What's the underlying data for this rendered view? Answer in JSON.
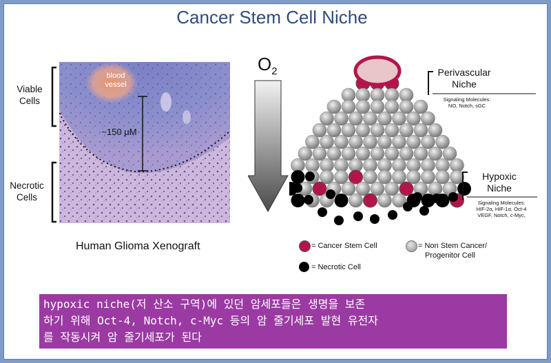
{
  "title": "Cancer Stem Cell Niche",
  "left_panel": {
    "viable_label": "Viable\nCells",
    "necrotic_label": "Necrotic\nCells",
    "blood_vessel_label": "blood\nvessel",
    "distance_label": "~150 µM",
    "caption": "Human Glioma Xenograft"
  },
  "gradient": {
    "label_main": "O",
    "label_sub": "2"
  },
  "perivascular": {
    "title_line1": "Perivascular",
    "title_line2": "Niche",
    "signaling_title": "Signaling Molecules:",
    "signaling_values": "NO, Notch, sGC"
  },
  "hypoxic": {
    "title_line1": "Hypoxic",
    "title_line2": "Niche",
    "signaling_title": "Signaling Molecules:",
    "signaling_line1": "HIF-2α, HIF-1α, Oct-4",
    "signaling_line2": "VEGF, Notch, c-Myc,"
  },
  "legend": {
    "cancer_stem_cell": "= Cancer Stem Cell",
    "non_stem_line1": "= Non Stem Cancer/",
    "non_stem_line2": "Progenitor Cell",
    "necrotic_cell": "= Necrotic Cell"
  },
  "colors": {
    "stem": "#b3154a",
    "necrotic": "#000000",
    "non_stem": "#8d8d8d",
    "banner": "#9b3aa3",
    "title": "#2f4c7a"
  },
  "korean_text": {
    "line1": "hypoxic niche(저 산소 구역)에 있던 암세포들은 생명을 보존",
    "line2": "하기 위해 Oct-4, Notch, c-Myc 등의 암 줄기세포 발현 유전자",
    "line3": "를 작동시켜 암 줄기세포가 된다"
  }
}
